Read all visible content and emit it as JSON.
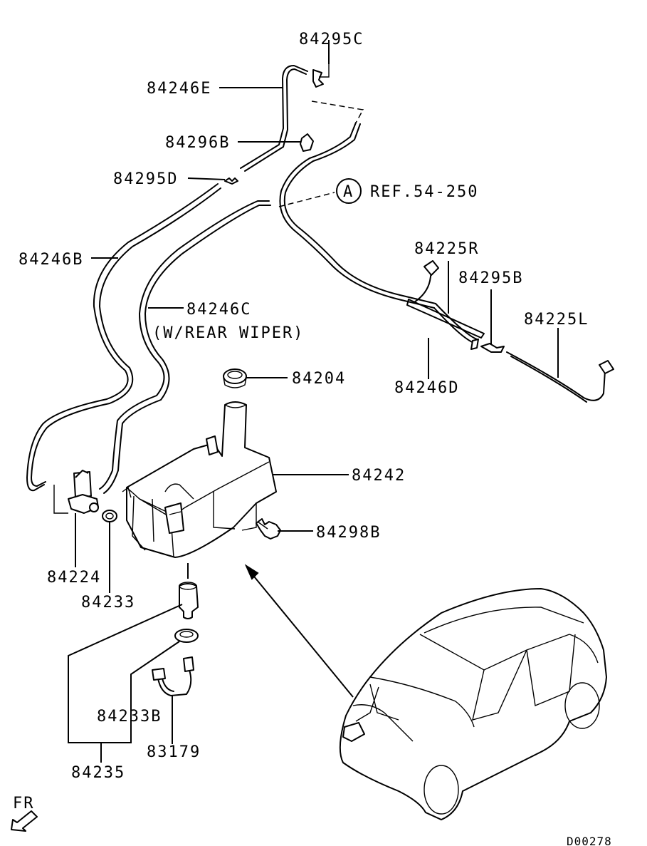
{
  "diagram": {
    "part_labels": {
      "p84295C": "84295C",
      "p84246E": "84246E",
      "p84296B": "84296B",
      "p84295D": "84295D",
      "ref_marker": "A",
      "ref_text": "REF.54-250",
      "p84246B": "84246B",
      "p84225R": "84225R",
      "p84295B": "84295B",
      "p84246C": "84246C",
      "p84246C_note": "(W/REAR WIPER)",
      "p84225L": "84225L",
      "p84204": "84204",
      "p84246D": "84246D",
      "p84242": "84242",
      "p84298B": "84298B",
      "p84224": "84224",
      "p84233": "84233",
      "p84233B": "84233B",
      "p83179": "83179",
      "p84235": "84235"
    },
    "direction_label": "FR",
    "drawing_code": "D00278"
  }
}
